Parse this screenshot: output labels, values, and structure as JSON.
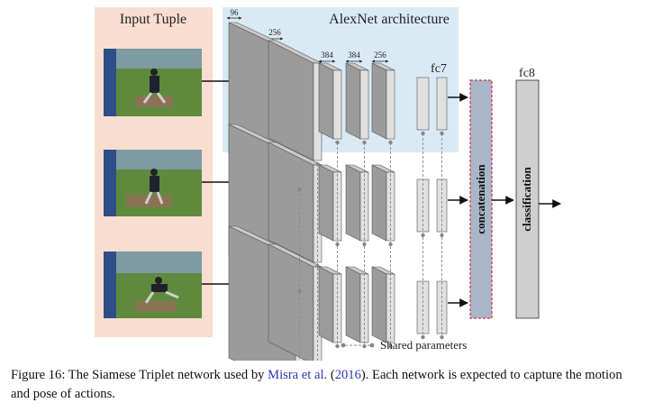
{
  "diagram": {
    "input_panel_title": "Input Tuple",
    "alexnet_title": "AlexNet architecture",
    "layer_sizes": [
      "96",
      "256",
      "384",
      "384",
      "256"
    ],
    "fc7_label": "fc7",
    "fc8_label": "fc8",
    "concat_label": "concatenation",
    "classification_label": "classification",
    "legend_label": "Shared parameters",
    "colors": {
      "input_panel": "#f9ddd0",
      "alexnet_panel": "#d9eaf5",
      "layer_face": "#e0e0e0",
      "layer_side": "#9b9b9b",
      "layer_top": "#c9c9c9",
      "concat_fill": "#a9b6c9",
      "concat_border": "#d9303a",
      "classification_fill": "#cfcfcf"
    }
  },
  "caption": {
    "prefix": "Figure 16: The Siamese Triplet network used by ",
    "author": "Misra et al.",
    "open_paren": " (",
    "year": "2016",
    "suffix": "). Each network is expected to capture the motion and pose of actions."
  }
}
